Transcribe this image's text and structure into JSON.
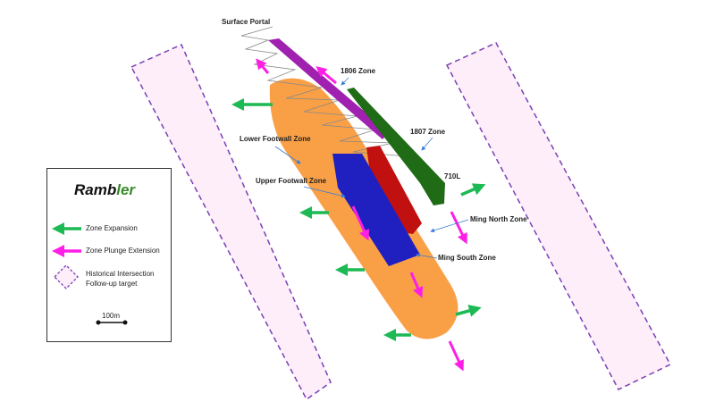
{
  "labels": {
    "surface_portal": "Surface Portal",
    "zone_1806": "1806 Zone",
    "zone_1807": "1807 Zone",
    "level_710": "710L",
    "lower_footwall": "Lower Footwall Zone",
    "upper_footwall": "Upper Footwall Zone",
    "ming_north": "Ming North Zone",
    "ming_south": "Ming South Zone"
  },
  "legend": {
    "logo_main": "Ramb",
    "logo_accent": "ler",
    "items": [
      {
        "label": "Zone Expansion",
        "color": "#1db954"
      },
      {
        "label": "Zone Plunge Extension",
        "color": "#ff1ee6"
      },
      {
        "label_line1": "Historical Intersection",
        "label_line2": "Follow-up target",
        "color": "#7a3fb5"
      }
    ],
    "scale": "100m"
  },
  "colors": {
    "lower_footwall": "#f9a047",
    "zone_1806": "#a020b0",
    "zone_1807": "#1f6b16",
    "ming_north": "#c01010",
    "ming_south": "#2020c0",
    "upper_footwall": "#c8c820",
    "target_fill": "#fdeefa"
  }
}
